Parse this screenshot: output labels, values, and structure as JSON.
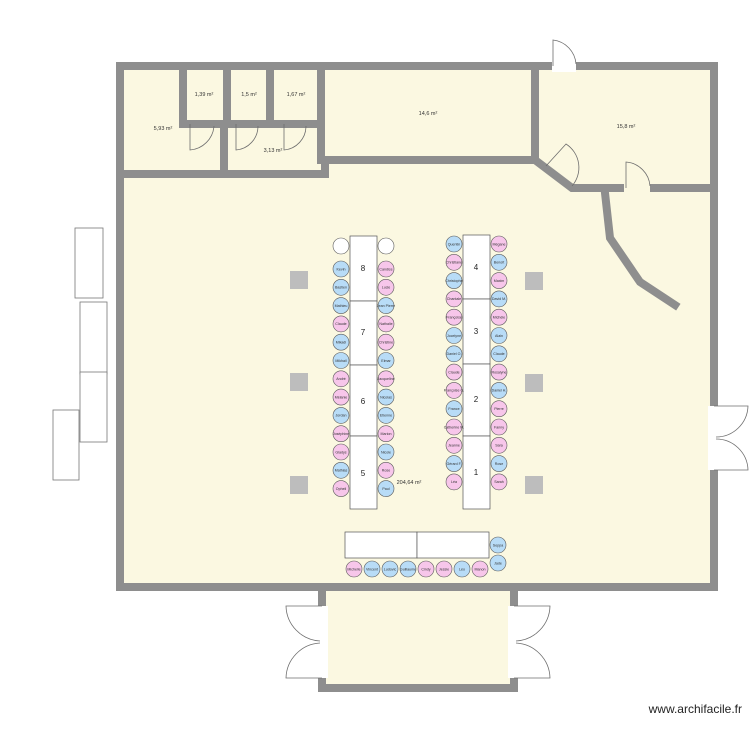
{
  "colors": {
    "floor": "#fbf8e1",
    "wall": "#8e8e8e",
    "seat_blue": "#b8dcf7",
    "seat_pink": "#f7c6ea",
    "seat_stroke": "#5a5a5a",
    "pillar": "#bdbdbd",
    "door": "#6e6e6e"
  },
  "rooms": {
    "area_small1": "5,93 m²",
    "area_wc1": "1,39 m²",
    "area_wc2": "1,5 m²",
    "area_wc3": "1,67 m²",
    "area_corridor": "3,13 m²",
    "area_store": "14,6 m²",
    "area_kitchen": "15,8 m²",
    "area_hall": "204,64 m²"
  },
  "tables": [
    {
      "num": "1"
    },
    {
      "num": "2"
    },
    {
      "num": "3"
    },
    {
      "num": "4"
    },
    {
      "num": "5"
    },
    {
      "num": "6"
    },
    {
      "num": "7"
    },
    {
      "num": "8"
    }
  ],
  "guests": {
    "left_col": [
      "Kevin",
      "Bastien",
      "Mathieu",
      "Claude",
      "Mikaël",
      "Mikhail",
      "André",
      "Mélanie",
      "Jordan",
      "Joséphine",
      "Gladys",
      "Mathias",
      "Opheli"
    ],
    "right_col": [
      "Candice",
      "Lucie",
      "Jean Pierre",
      "Nathalie",
      "Christine",
      "Elmar",
      "Jacqueline",
      "Nicolas",
      "Etienne",
      "Marion",
      "Nicole",
      "Rose",
      "Paul"
    ],
    "t4_left": [
      "Quentin",
      "Christiane",
      "Christophe",
      "Chantale",
      "Françoise",
      "Jocelyne",
      "Daniel O.",
      "Claude",
      "Françoise G.",
      "France",
      "Catherine M.",
      "Jeanne",
      "Gérard F.",
      "Léa"
    ],
    "t4_right": [
      "Mégane",
      "Benoît",
      "Maxim",
      "David M.",
      "Michèle",
      "Alain",
      "Claude",
      "Rosalyne",
      "Daniel H.",
      "Pierre",
      "Fanny",
      "Sara",
      "Rose",
      "Sarah"
    ],
    "head": [
      "Michelle",
      "Vincent",
      "Ludovic",
      "Guillaume",
      "Cindy",
      "Jessie",
      "Léo",
      "Manon"
    ],
    "head_side": [
      "Seppa",
      "Jade"
    ]
  },
  "watermark": "www.archifacile.fr"
}
